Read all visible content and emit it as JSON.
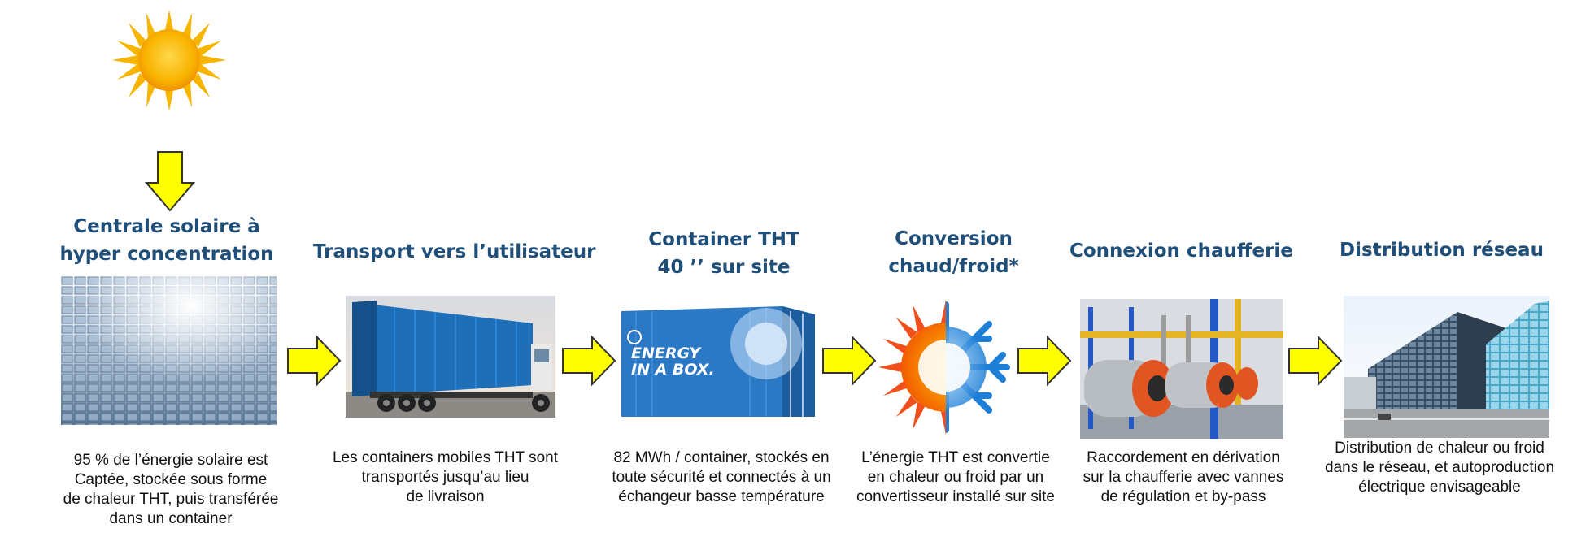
{
  "steps": [
    {
      "title_lines": [
        "Centrale  solaire à",
        "hyper concentration"
      ],
      "desc_lines": [
        "95 % de l’énergie solaire est",
        "Captée, stockée sous forme",
        "de chaleur THT, puis transférée",
        "dans un container"
      ]
    },
    {
      "title_lines": [
        "Transport vers l’utilisateur"
      ],
      "desc_lines": [
        "Les containers mobiles THT sont",
        "transportés jusqu’au lieu",
        "de livraison"
      ]
    },
    {
      "title_lines": [
        "Container THT",
        "40 ’’ sur site"
      ],
      "desc_lines": [
        "82 MWh / container, stockés en",
        "toute sécurité et connectés à un",
        "échangeur basse température"
      ],
      "image_text_lines": [
        "ENERGY",
        "IN A BOX."
      ]
    },
    {
      "title_lines": [
        "Conversion",
        "chaud/froid*"
      ],
      "desc_lines": [
        "L’énergie THT est convertie",
        "en chaleur ou froid par un",
        "convertisseur installé sur site"
      ]
    },
    {
      "title_lines": [
        "Connexion chaufferie"
      ],
      "desc_lines": [
        "Raccordement en dérivation",
        "sur la chaufferie avec vannes",
        "de régulation et by-pass"
      ]
    },
    {
      "title_lines": [
        "Distribution réseau"
      ],
      "desc_lines": [
        "Distribution de chaleur ou froid",
        "dans le réseau, et autoproduction",
        "électrique envisageable"
      ]
    }
  ],
  "colors": {
    "title": "#1f4e79",
    "arrow_fill": "#ffff00",
    "arrow_stroke": "#333333",
    "sun": "#f7a600",
    "container_blue": "#2b78c5"
  },
  "icons": [
    "sun-icon",
    "down-arrow-icon",
    "right-arrow-icon",
    "snowflake-sun-icon"
  ]
}
